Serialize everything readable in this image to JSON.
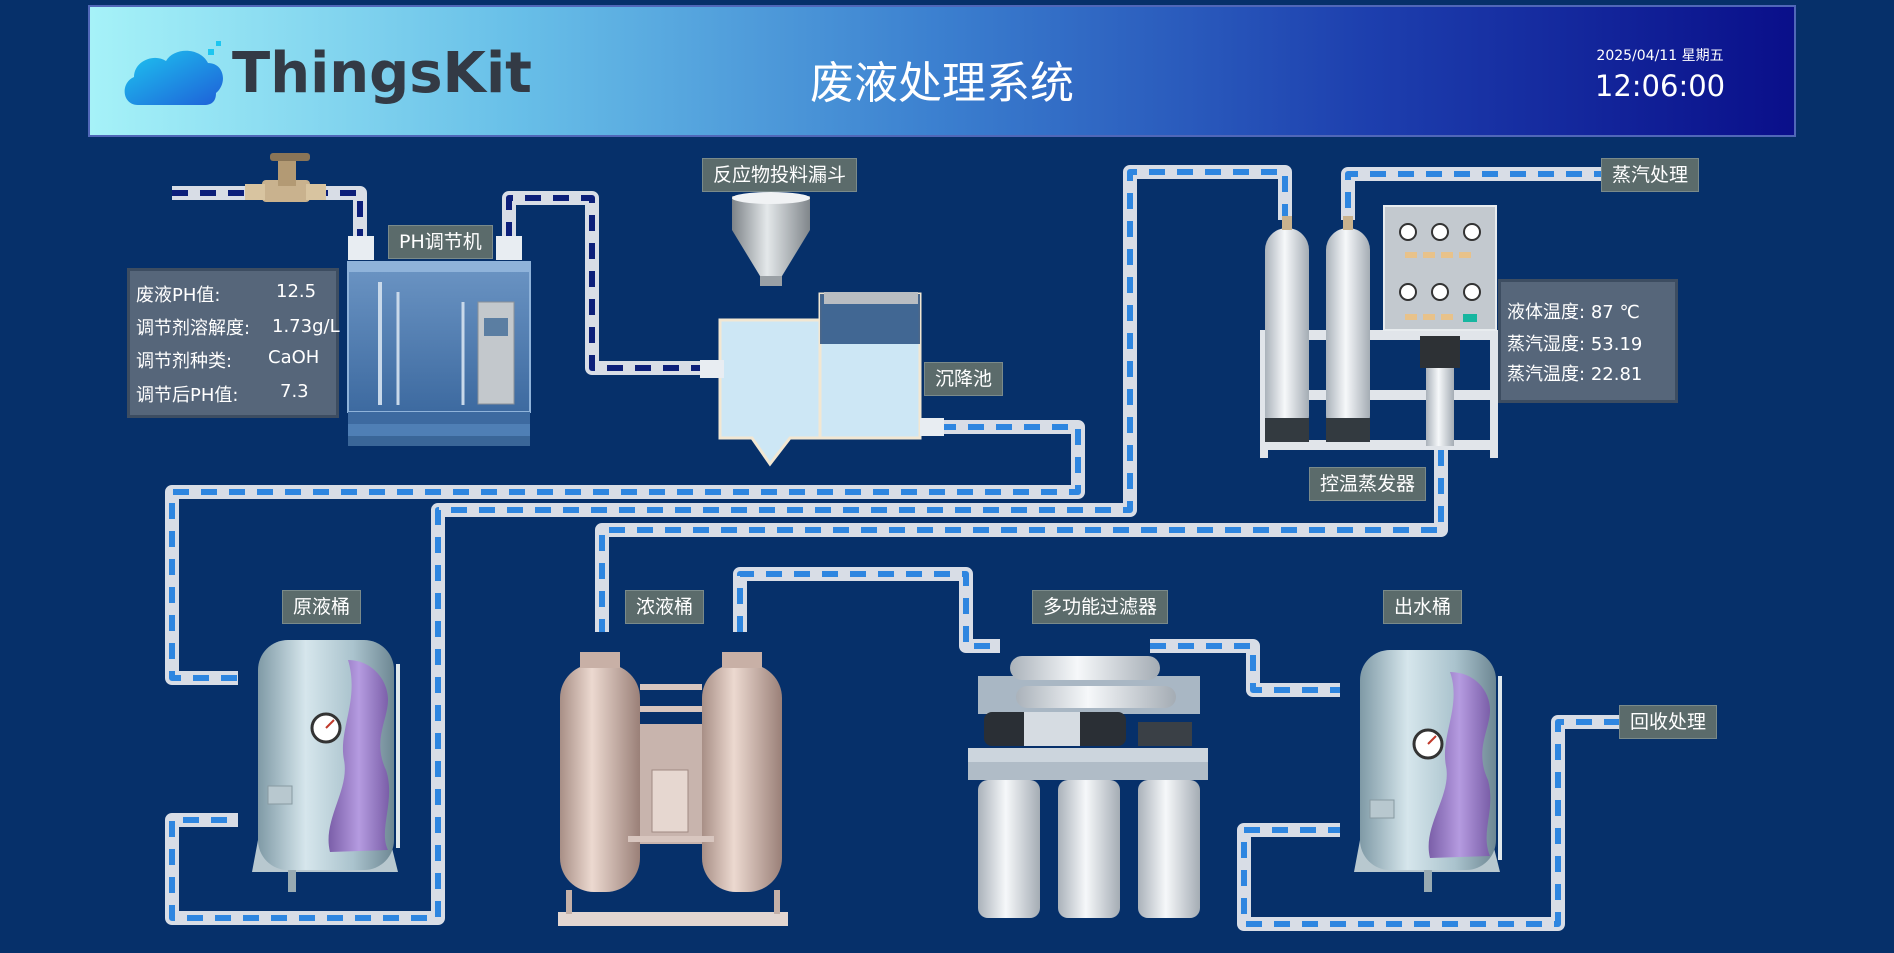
{
  "header": {
    "logo_text": "ThingsKit",
    "title": "废液处理系统",
    "date": "2025/04/11 星期五",
    "time": "12:06:00"
  },
  "labels": {
    "ph_adjuster": "PH调节机",
    "reactant_hopper": "反应物投料漏斗",
    "settling_tank": "沉降池",
    "steam_treatment": "蒸汽处理",
    "temp_evaporator": "控温蒸发器",
    "raw_tank": "原液桶",
    "concentrate_tank": "浓液桶",
    "multi_filter": "多功能过滤器",
    "outlet_tank": "出水桶",
    "recycle": "回收处理"
  },
  "ph_panel": {
    "rows": [
      {
        "label": "废液PH值:",
        "value": "12.5"
      },
      {
        "label": "调节剂溶解度:",
        "value": "1.73g/L"
      },
      {
        "label": "调节剂种类:",
        "value": "CaOH"
      },
      {
        "label": "调节后PH值:",
        "value": "7.3"
      }
    ]
  },
  "steam_panel": {
    "rows": [
      {
        "label": "液体温度:",
        "value": "87 ℃"
      },
      {
        "label": "蒸汽湿度:",
        "value": "53.19"
      },
      {
        "label": "蒸汽温度:",
        "value": "22.81"
      }
    ]
  },
  "colors": {
    "background": "#06306a",
    "pipe_shell": "#d8dde6",
    "flow_dark": "#0c1f7a",
    "flow_light": "#2e86e0",
    "label_bg": "#5b6b6b",
    "panel_bg": "#56667a"
  }
}
